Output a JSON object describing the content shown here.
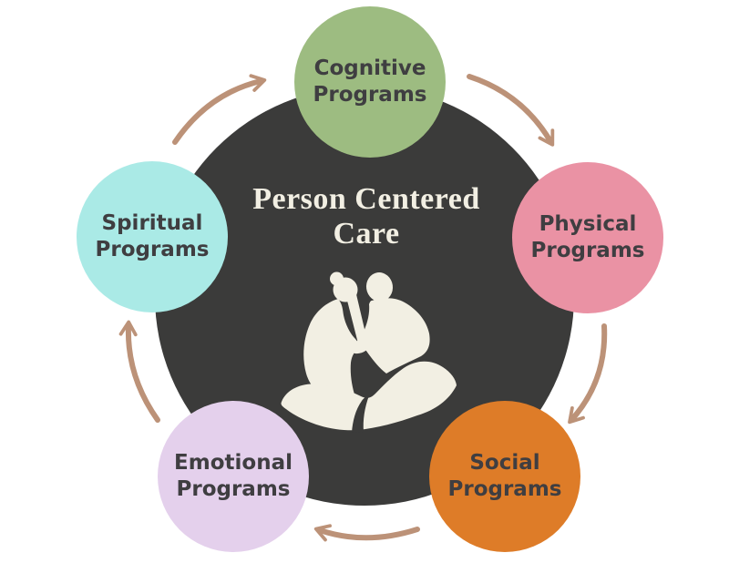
{
  "title": {
    "line1": "Person Centered",
    "line2": "Care"
  },
  "center": {
    "bg_color": "#3b3b3a",
    "text_color": "#f2efe3",
    "icon": "caring-hands-icon",
    "icon_color": "#f2efe3"
  },
  "label_text_color": "#3f3e41",
  "nodes": [
    {
      "id": "cognitive",
      "line1": "Cognitive",
      "line2": "Programs",
      "color": "#9dbc81",
      "position": "top"
    },
    {
      "id": "physical",
      "line1": "Physical",
      "line2": "Programs",
      "color": "#ea92a4",
      "position": "right"
    },
    {
      "id": "social",
      "line1": "Social",
      "line2": "Programs",
      "color": "#de7c28",
      "position": "bottom-right"
    },
    {
      "id": "emotional",
      "line1": "Emotional",
      "line2": "Programs",
      "color": "#e4d0ec",
      "position": "bottom-left"
    },
    {
      "id": "spiritual",
      "line1": "Spiritual",
      "line2": "Programs",
      "color": "#aaeae6",
      "position": "left"
    }
  ],
  "arrows": {
    "color": "#bc9278",
    "direction": "clockwise",
    "count": 5,
    "sequence": [
      "spiritual→cognitive",
      "cognitive→physical",
      "physical→social",
      "social→emotional",
      "emotional→spiritual"
    ]
  }
}
